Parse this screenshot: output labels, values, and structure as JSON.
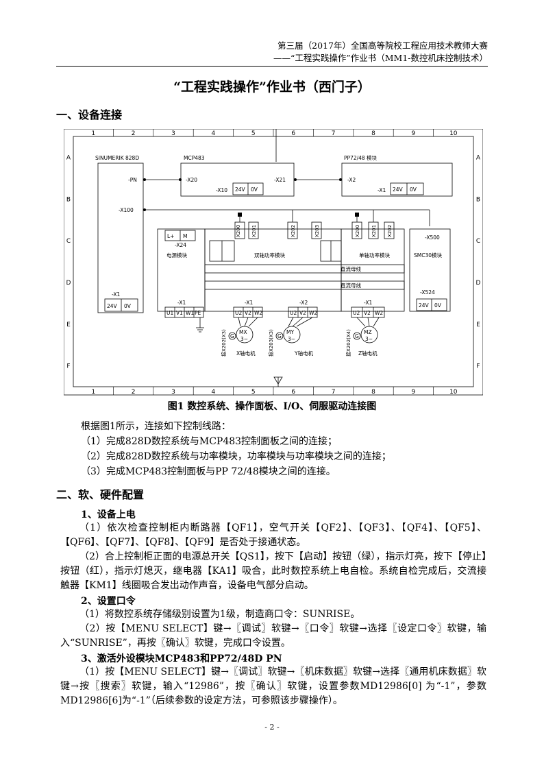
{
  "header": {
    "line1": "第三届（2017年）全国高等院校工程应用技术教师大赛",
    "line2": "——“工程实践操作”作业书（MM1-数控机床控制技术）"
  },
  "title": "“工程实践操作”作业书（西门子）",
  "section1": {
    "heading": "一、设备连接",
    "figure_caption": "图1  数控系统、操作面板、I/O、伺服驱动连接图",
    "intro": "根据图1所示，连接如下控制线路：",
    "items": [
      "（1）完成828D数控系统与MCP483控制面板之间的连接；",
      "（2）完成828D数控系统与功率模块，功率模块与功率模块之间的连接；",
      "（3）完成MCP483控制面板与PP 72/48模块之间的连接。"
    ]
  },
  "diagram": {
    "col_labels": [
      "1",
      "2",
      "3",
      "4",
      "5",
      "6",
      "7",
      "8",
      "9",
      "10"
    ],
    "row_labels": [
      "A",
      "B",
      "C",
      "D",
      "E",
      "F"
    ],
    "labels": {
      "cnc": "SINUMERIK 828D",
      "mcp": "MCP483",
      "pp": "PP72/48 模块",
      "pn": "-PN",
      "x20": "-X20",
      "x21": "-X21",
      "x2": "-X2",
      "x10": "-X10",
      "x1_pp": "-X1",
      "x100": "-X100",
      "x1_cnc": "-X1",
      "v24": "24V",
      "v0": "0V",
      "lplus": "L+",
      "m": "M",
      "x24": "-X24",
      "power_module": "电源模块",
      "dual_axis": "双轴功率模块",
      "single_axis": "单轴功率模块",
      "smc30": "SMC30模块",
      "x500": "-X500",
      "x524": "-X524",
      "x1": "-X1",
      "x2_drv": "-X2",
      "dc_bus": "直流母线",
      "x200": "X200",
      "x201": "X201",
      "x202": "X202",
      "x203": "X203",
      "u1": "U1",
      "v1": "V1",
      "w1": "W1",
      "pe": "PE",
      "u2": "U2",
      "v2": "V2",
      "w2": "W2",
      "mx": "MX",
      "my": "MY",
      "mz": "MZ",
      "three_phase": "3~",
      "g": "G",
      "x_motor": "X轴电机",
      "y_motor": "Y轴电机",
      "z_motor": "Z轴电机",
      "conn_x3": "接X202(X3)",
      "conn_x3b": "接X203(X3)",
      "conn_x4": "接X202(X4)"
    }
  },
  "section2": {
    "heading": "二、软、硬件配置",
    "sub1": {
      "heading": "1、设备上电",
      "p1": "（1）依次检查控制柜内断路器【QF1】，空气开关【QF2】、【QF3】、【QF4】、【QF5】、【QF6】、【QF7】、【QF8】、【QF9】是否处于接通状态。",
      "p2": "（2）合上控制柜正面的电源总开关【QS1】，按下【启动】按钮（绿），指示灯亮，按下【停止】按钮（红），指示灯熄灭，继电器【KA1】吸合，此时数控系统上电自检。系统自检完成后，交流接触器【KM1】线圈吸合发出动作声音，设备电气部分启动。"
    },
    "sub2": {
      "heading": "2、设置口令",
      "p1": "（1）将数控系统存储级别设置为1级，制造商口令：SUNRISE。",
      "p2": "（2）按【MENU SELECT】键→〖调试〗软键→〖口令〗软键→选择〖设定口令〗软键，输入“SUNRISE”，再按〖确认〗软键，完成口令设置。"
    },
    "sub3": {
      "heading": "3、激活外设模块MCP483和PP72/48D PN",
      "p1": "（1）按【MENU SELECT】键→〖调试〗软键→〖机床数据〗软键→选择〖通用机床数据〗软键→按〖搜索〗软键，输入“12986”，按〖确认〗软键，设置参数MD12986[0] 为“-1”，参数MD12986[6]为“-1”（后续参数的设定方法，可参照该步骤操作）。"
    }
  },
  "page_number": "- 2 -"
}
